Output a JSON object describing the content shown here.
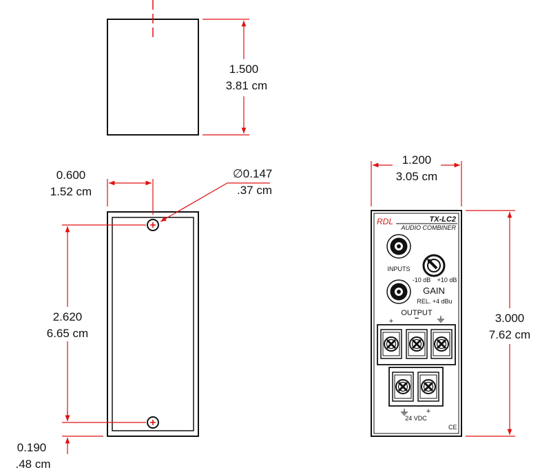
{
  "colors": {
    "dimension": "#e01010",
    "outline": "#111111",
    "brand": "#d01818"
  },
  "top_view": {
    "height_in": "1.500",
    "height_cm": "3.81 cm"
  },
  "side_view": {
    "hole_offset_in": "0.600",
    "hole_offset_cm": "1.52 cm",
    "hole_dia_in": "∅0.147",
    "hole_dia_cm": ".37 cm",
    "hole_spacing_in": "2.620",
    "hole_spacing_cm": "6.65 cm",
    "bottom_offset_in": "0.190",
    "bottom_offset_cm": ".48 cm",
    "icons": [
      "plus-hole-icon",
      "plus-hole-icon"
    ]
  },
  "front_view": {
    "width_in": "1.200",
    "width_cm": "3.05 cm",
    "height_in": "3.000",
    "height_cm": "7.62 cm",
    "brand": "RDL",
    "model": "TX-LC2",
    "product": "AUDIO COMBINER",
    "inputs_label": "INPUTS",
    "gain_min": "-10 dB",
    "gain_max": "+10 dB",
    "gain_label": "GAIN",
    "gain_ref": "REL. +4 dBu",
    "output_label": "OUTPUT",
    "terminal_plus": "+",
    "terminal_minus": "−",
    "power_label": "24  VDC",
    "power_plus": "+",
    "ce_mark": "CE",
    "icons": [
      "rca-jack-icon",
      "gain-knob-icon",
      "screw-terminal-icon",
      "ground-icon"
    ]
  }
}
